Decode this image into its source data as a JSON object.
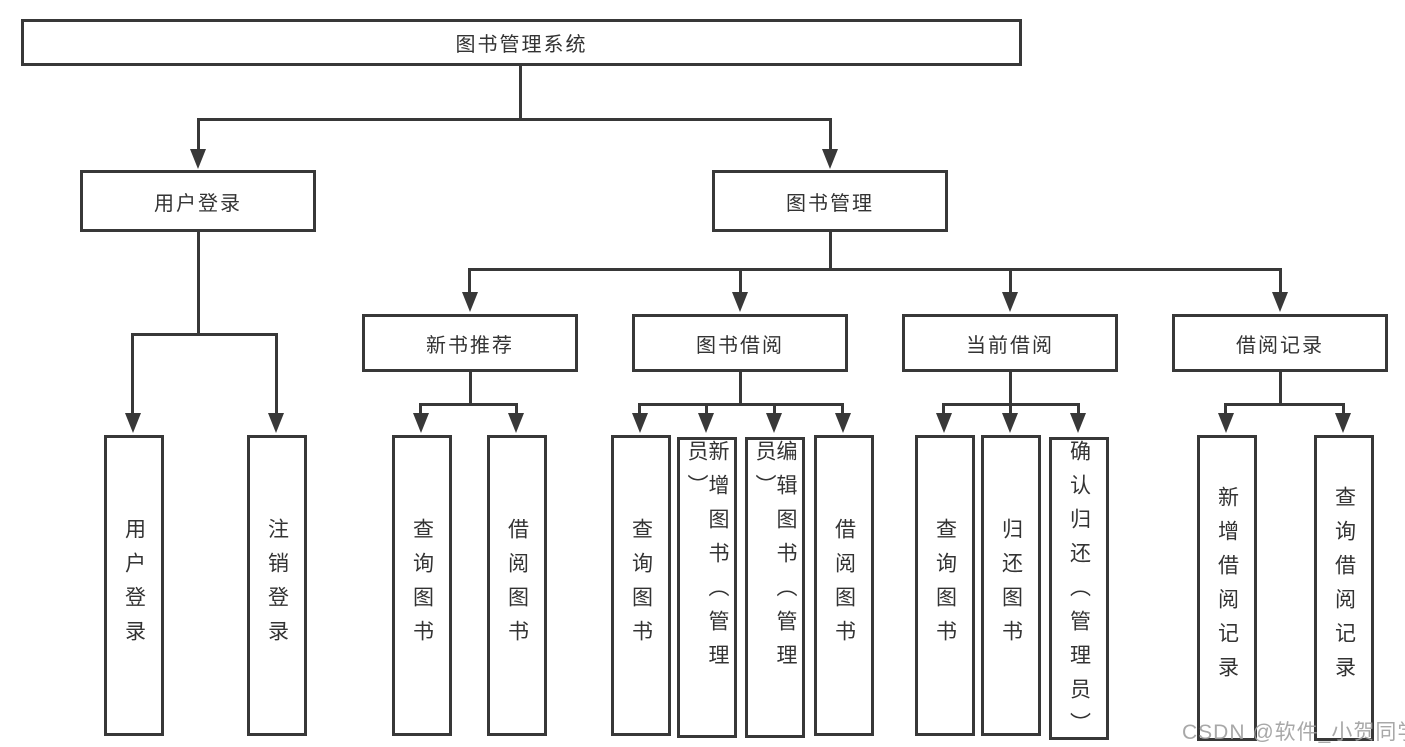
{
  "tree": {
    "label": "图书管理系统",
    "children": [
      {
        "label": "用户登录",
        "children": [
          {
            "label": "用户登录"
          },
          {
            "label": "注销登录"
          }
        ]
      },
      {
        "label": "图书管理",
        "children": [
          {
            "label": "新书推荐",
            "children": [
              {
                "label": "查询图书"
              },
              {
                "label": "借阅图书"
              }
            ]
          },
          {
            "label": "图书借阅",
            "children": [
              {
                "label": "查询图书"
              },
              {
                "label": "新增图书（管理员）"
              },
              {
                "label": "编辑图书（管理员）"
              },
              {
                "label": "借阅图书"
              }
            ]
          },
          {
            "label": "当前借阅",
            "children": [
              {
                "label": "查询图书"
              },
              {
                "label": "归还图书"
              },
              {
                "label": "确认归还（管理员）"
              }
            ]
          },
          {
            "label": "借阅记录",
            "children": [
              {
                "label": "新增借阅记录"
              },
              {
                "label": "查询借阅记录"
              }
            ]
          }
        ]
      }
    ]
  },
  "watermark": "CSDN @软件_小贺同学",
  "colors": {
    "line": "#383838",
    "box_border": "#383838",
    "text": "#333333",
    "watermark": "#9e9e9e",
    "background": "#ffffff"
  }
}
